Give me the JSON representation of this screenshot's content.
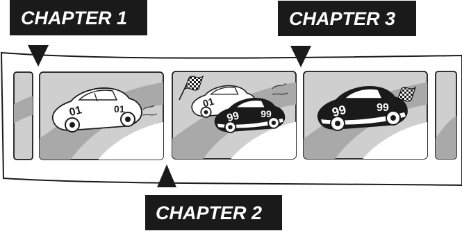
{
  "markers": [
    {
      "label": "CHAPTER 1"
    },
    {
      "label": "CHAPTER 2"
    },
    {
      "label": "CHAPTER 3"
    }
  ],
  "frames": [
    {
      "scene": "car-01",
      "numbers": [
        "01",
        "01"
      ]
    },
    {
      "scene": "race-01-vs-99",
      "numbers": [
        "01",
        "99",
        "99"
      ]
    },
    {
      "scene": "car-99-win",
      "numbers": [
        "99",
        "99"
      ]
    }
  ],
  "colors": {
    "label_bg": "#1a1a1a",
    "label_text": "#ffffff",
    "frame_bg": "#cfcfcf",
    "road": "#a9a9a9",
    "outline": "#1a1a1a"
  },
  "icons": [
    "pointer-down-icon",
    "pointer-up-icon",
    "checkered-flag-icon",
    "race-car-icon"
  ]
}
